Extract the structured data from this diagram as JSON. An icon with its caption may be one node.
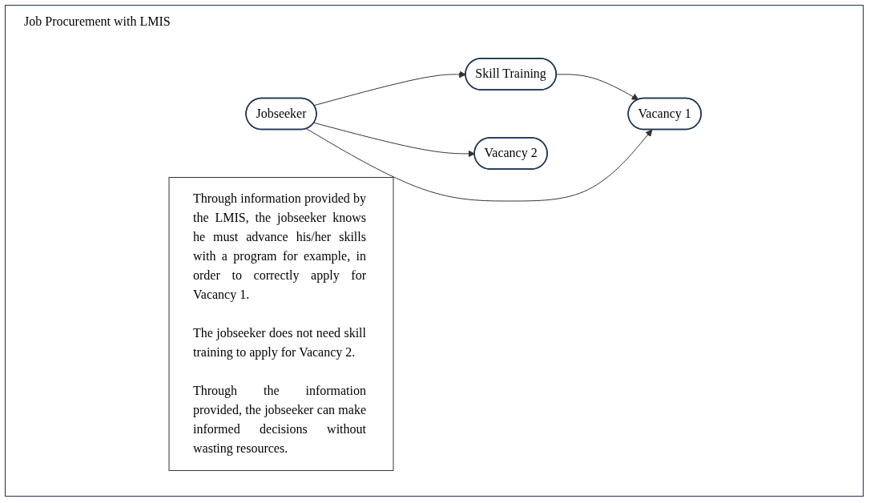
{
  "diagram": {
    "title": "Job Procurement with LMIS",
    "nodes": [
      {
        "text": [
          "Skill Training"
        ]
      },
      {
        "text": [
          "Vacancy 1"
        ]
      },
      {
        "text": [
          "Jobseeker"
        ]
      },
      {
        "text": [
          "Vacancy 2"
        ]
      },
      {
        "text": [
          "Through information provided by the LMIS, the jobseeker knows he must advance his/her skills with a program for example, in order to correctly apply for Vacancy 1.",
          "The jobseeker does not need skill training to apply for Vacancy 2.",
          "Through the information provided, the jobseeker can make informed decisions without wasting resources."
        ]
      }
    ],
    "edges": [
      {
        "from": 0,
        "to": 1,
        "arrow": "to"
      },
      {
        "from": 2,
        "to": 0,
        "arrow": "to"
      },
      {
        "from": 2,
        "to": 1,
        "arrow": "to"
      },
      {
        "from": 2,
        "to": 3,
        "arrow": "to"
      }
    ]
  }
}
